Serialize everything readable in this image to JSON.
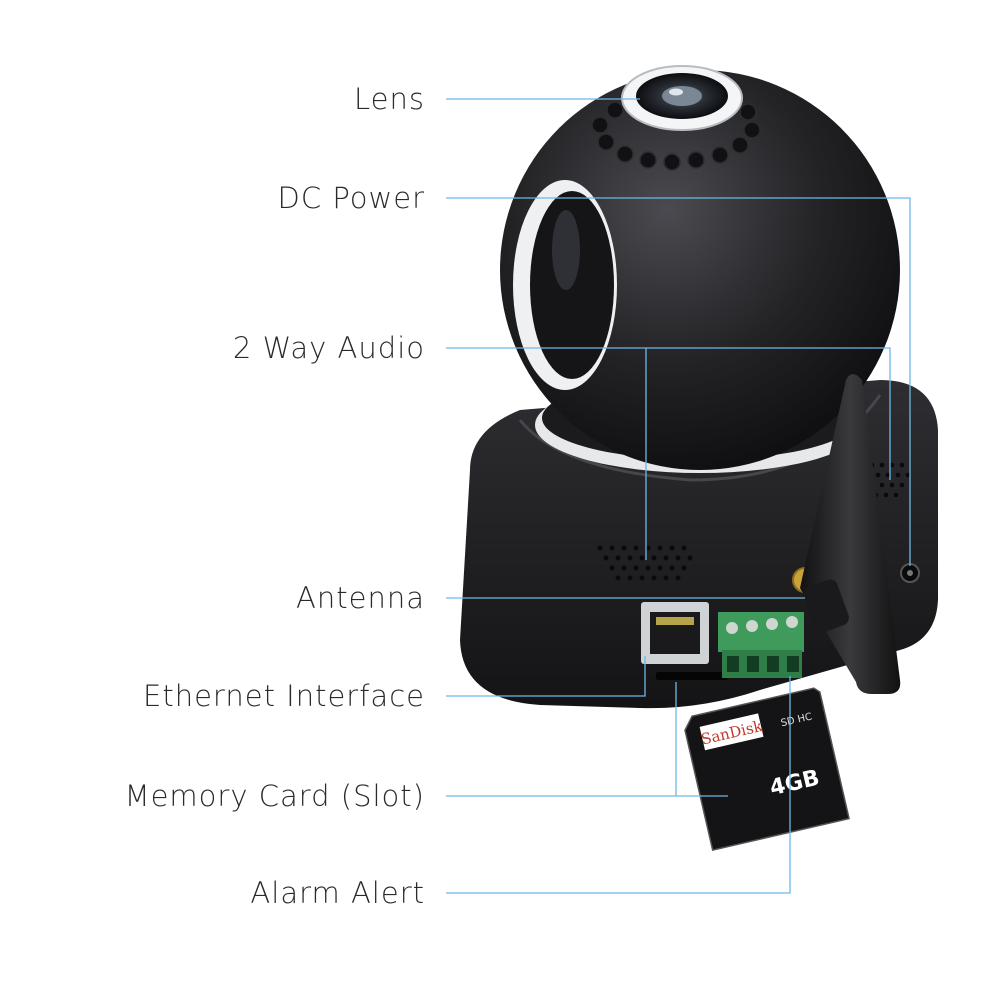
{
  "palette": {
    "background": "#ffffff",
    "label_text": "#2a2a2a",
    "leader_line": "#6fb7e6",
    "device_body": "#1f1f22",
    "lens_ring": "#e9ecef",
    "terminal_green": "#3f9b5b",
    "card_red": "#c0392b"
  },
  "callouts": [
    {
      "id": "lens",
      "label": "Lens"
    },
    {
      "id": "dc-power",
      "label": "DC Power"
    },
    {
      "id": "two-way-audio",
      "label": "2 Way Audio"
    },
    {
      "id": "antenna",
      "label": "Antenna"
    },
    {
      "id": "ethernet",
      "label": "Ethernet Interface"
    },
    {
      "id": "memory-card",
      "label": "Memory Card (Slot)"
    },
    {
      "id": "alarm",
      "label": "Alarm Alert"
    }
  ],
  "sd_card": {
    "brand": "SanDisk",
    "capacity": "4GB",
    "type_mark": "SD HC"
  }
}
